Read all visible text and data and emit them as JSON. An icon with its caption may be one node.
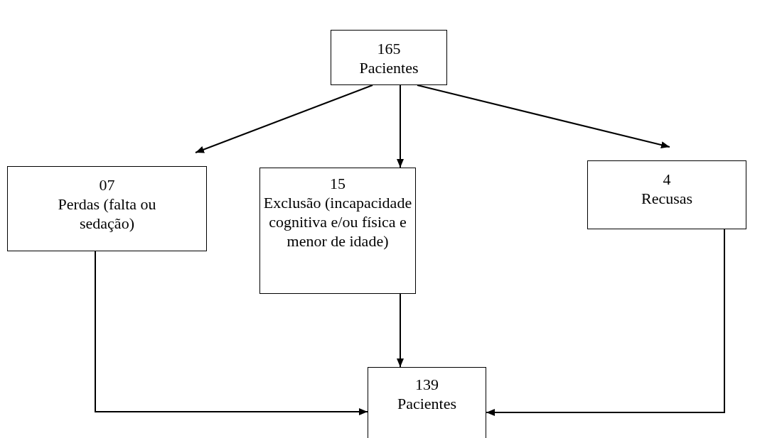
{
  "diagram": {
    "nodes": [
      {
        "text": [
          "165",
          "Pacientes"
        ]
      },
      {
        "text": [
          "07",
          "Perdas (falta ou sedação)"
        ]
      },
      {
        "text": [
          "15",
          "Exclusão (incapacidade cognitiva e/ou física e menor de idade)"
        ]
      },
      {
        "text": [
          "4",
          "Recusas"
        ]
      },
      {
        "text": [
          "139",
          "Pacientes"
        ]
      }
    ],
    "edges": [
      {
        "from": 0,
        "to": 1,
        "arrow": "to"
      },
      {
        "from": 0,
        "to": 2,
        "arrow": "to"
      },
      {
        "from": 0,
        "to": 3,
        "arrow": "to"
      },
      {
        "from": 2,
        "to": 4,
        "arrow": "to"
      },
      {
        "from": 1,
        "to": 4,
        "arrow": "to"
      },
      {
        "from": 3,
        "to": 4,
        "arrow": "to"
      }
    ]
  }
}
